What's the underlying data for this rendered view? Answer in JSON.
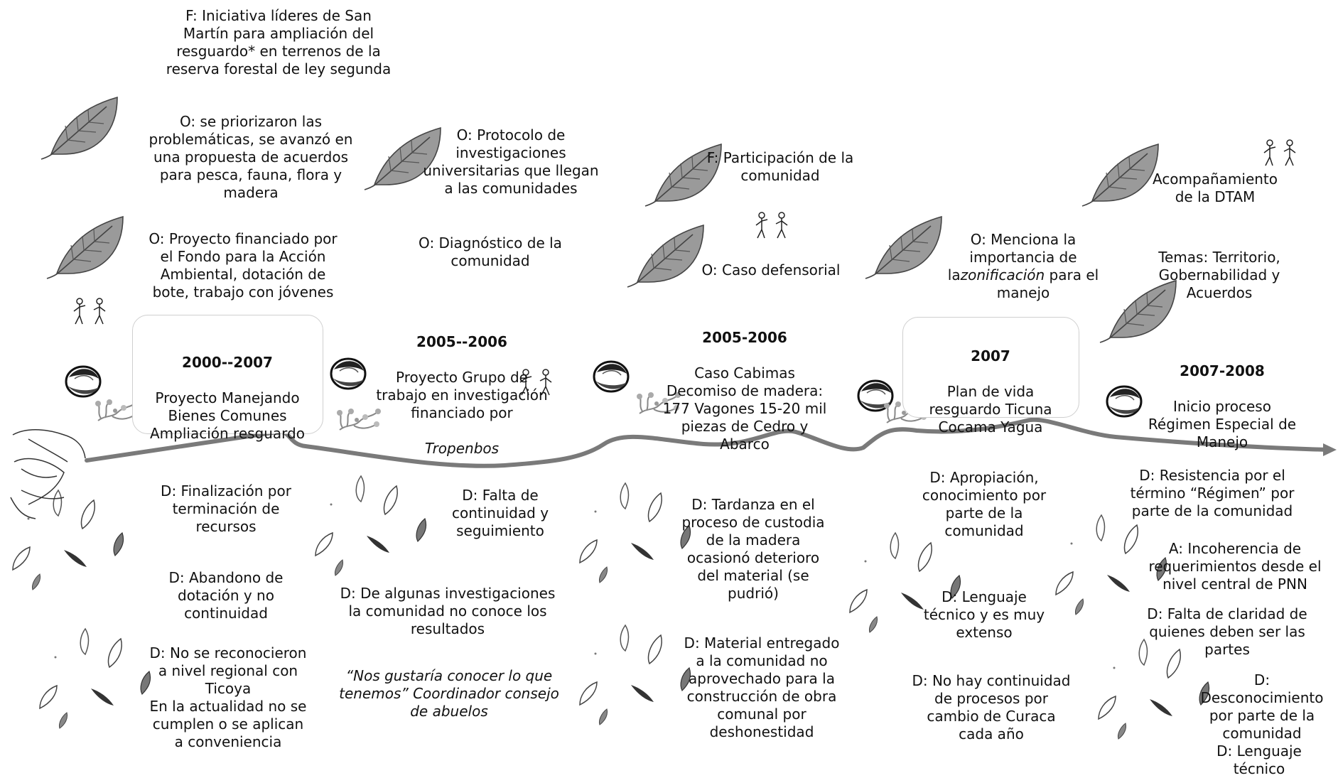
{
  "top": {
    "f_lideres": "F: Iniciativa líderes de San\nMartín para ampliación del\nresguardo* en terrenos de la\nreserva forestal de ley segunda",
    "o_priorizaron": "O: se priorizaron las\nproblemáticas, se avanzó en\nuna propuesta de acuerdos\npara pesca,  fauna, flora y\nmadera",
    "o_proyecto_fondo": "O: Proyecto financiado por\nel Fondo para la Acción\nAmbiental, dotación de\nbote, trabajo con jóvenes",
    "o_protocolo": "O: Protocolo de\ninvestigaciones\nuniversitarias que llegan\na las comunidades",
    "o_diagnostico": "O: Diagnóstico de la\ncomunidad",
    "f_participacion": "F: Participación de la\ncomunidad",
    "o_caso_defensorial": "O: Caso defensorial",
    "o_menciona_1": "O: Menciona la\nimportancia de la",
    "o_menciona_it": "zonificación",
    "o_menciona_2": " para el\nmanejo",
    "acompanamiento": "Acompañamiento\nde la DTAM",
    "temas": "Temas: Territorio,\nGobernabilidad y\nAcuerdos"
  },
  "milestones": [
    {
      "year": "2000--2007",
      "text": "Proyecto Manejando\nBienes Comunes\nAmpliación resguardo"
    },
    {
      "year": "2005--2006",
      "text": "Proyecto Grupo de\ntrabajo en investigación\nfinanciado por",
      "italic": "Tropenbos"
    },
    {
      "year": "2005-2006",
      "text": "Caso Cabimas\nDecomiso de madera:\n177 Vagones 15-20 mil\npiezas de Cedro y\nAbarco"
    },
    {
      "year": "2007",
      "text": "Plan de vida\nresguardo Ticuna\nCocama Yagua"
    },
    {
      "year": "2007-2008",
      "text": "Inicio proceso\nRégimen Especial de\nManejo"
    }
  ],
  "bottom": {
    "d_finalizacion": "D: Finalización por\nterminación de\nrecursos",
    "d_abandono": "D: Abandono de\ndotación y no\ncontinuidad",
    "d_no_reconocieron": "D: No se reconocieron\na nivel regional con\nTicoya\nEn la actualidad no se\ncumplen  o se aplican\na conveniencia",
    "d_falta_continuidad": "D: Falta de\ncontinuidad y\nseguimiento",
    "d_investigaciones": "D: De algunas investigaciones\nla comunidad no conoce los\nresultados",
    "quote": "“Nos gustaría conocer lo que\ntenemos” Coordinador consejo\nde abuelos",
    "d_tardanza": "D: Tardanza en el\nproceso  de custodia\nde la madera\nocasionó deterioro\ndel material (se\npudrió)",
    "d_material": "D: Material entregado\na la comunidad no\naprovechado para la\nconstrucción de obra\ncomunal por\ndeshonestidad",
    "d_apropiacion": "D: Apropiación,\nconocimiento por\nparte de la\ncomunidad",
    "d_lenguaje_extenso": "D: Lenguaje\ntécnico y es muy\nextenso",
    "d_no_continuidad_curaca": "D: No hay continuidad\nde procesos por\ncambio de Curaca\ncada año",
    "d_resistencia": "D: Resistencia por el\ntérmino “Régimen” por\nparte de la comunidad",
    "a_incoherencia": "A: Incoherencia de\nrequerimientos desde el\nnivel central de PNN",
    "d_falta_claridad": "D: Falta de claridad  de\nquienes deben ser las\npartes",
    "d_desconocimiento": "D: Desconocimiento\npor parte de la\ncomunidad",
    "d_lenguaje_tecnico": "D: Lenguaje\ntécnico"
  },
  "colors": {
    "line": "#7a7a7a",
    "leaf": "#9a9a9a",
    "box_border": "#cfcfcf"
  }
}
